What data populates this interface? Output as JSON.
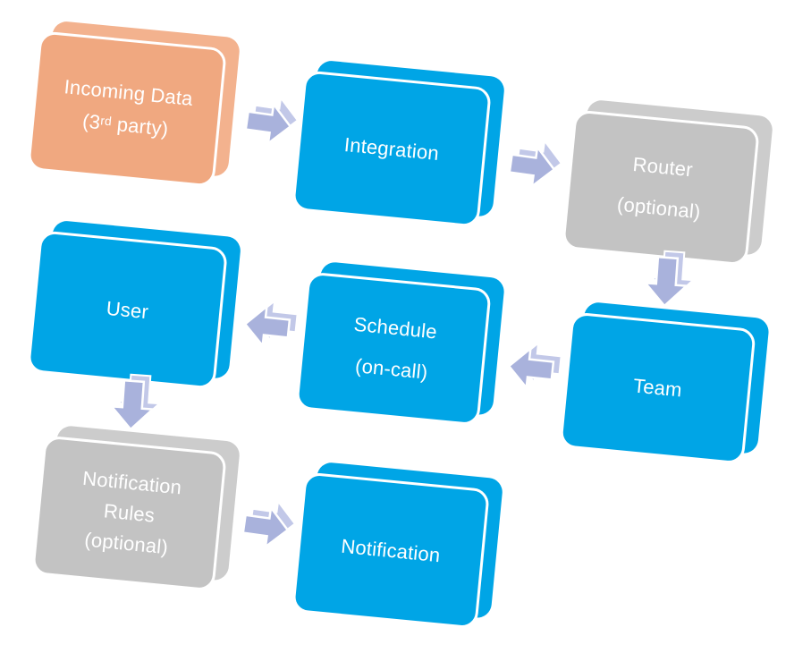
{
  "diagram": {
    "type": "flowchart",
    "background": "#ffffff",
    "colors": {
      "node_blue": "#00a5e6",
      "node_orange": "#f0a880",
      "node_gray": "#c3c3c3",
      "arrow_front": "#a9b2dc",
      "arrow_back": "#c2c8e8",
      "node_text": "#ffffff"
    },
    "nodes": {
      "incoming": {
        "color": "orange",
        "line1": "Incoming Data",
        "line2_pre": "(3",
        "line2_sup": "rd",
        "line2_post": " party)"
      },
      "integration": {
        "color": "blue",
        "label": "Integration"
      },
      "router": {
        "color": "gray",
        "line1": "Router",
        "line2": "(optional)"
      },
      "team": {
        "color": "blue",
        "label": "Team"
      },
      "schedule": {
        "color": "blue",
        "line1": "Schedule",
        "line2": "(on-call)"
      },
      "user": {
        "color": "blue",
        "label": "User"
      },
      "rules": {
        "color": "gray",
        "line1": "Notification",
        "line2": "Rules",
        "line3": "(optional)"
      },
      "notification": {
        "color": "blue",
        "label": "Notification"
      }
    },
    "connections": [
      {
        "from": "incoming-data",
        "to": "integration",
        "direction": "right"
      },
      {
        "from": "integration",
        "to": "router",
        "direction": "right"
      },
      {
        "from": "router",
        "to": "team",
        "direction": "down"
      },
      {
        "from": "team",
        "to": "schedule",
        "direction": "left"
      },
      {
        "from": "schedule",
        "to": "user",
        "direction": "left"
      },
      {
        "from": "user",
        "to": "notification-rules",
        "direction": "down"
      },
      {
        "from": "notification-rules",
        "to": "notification",
        "direction": "right"
      }
    ]
  }
}
